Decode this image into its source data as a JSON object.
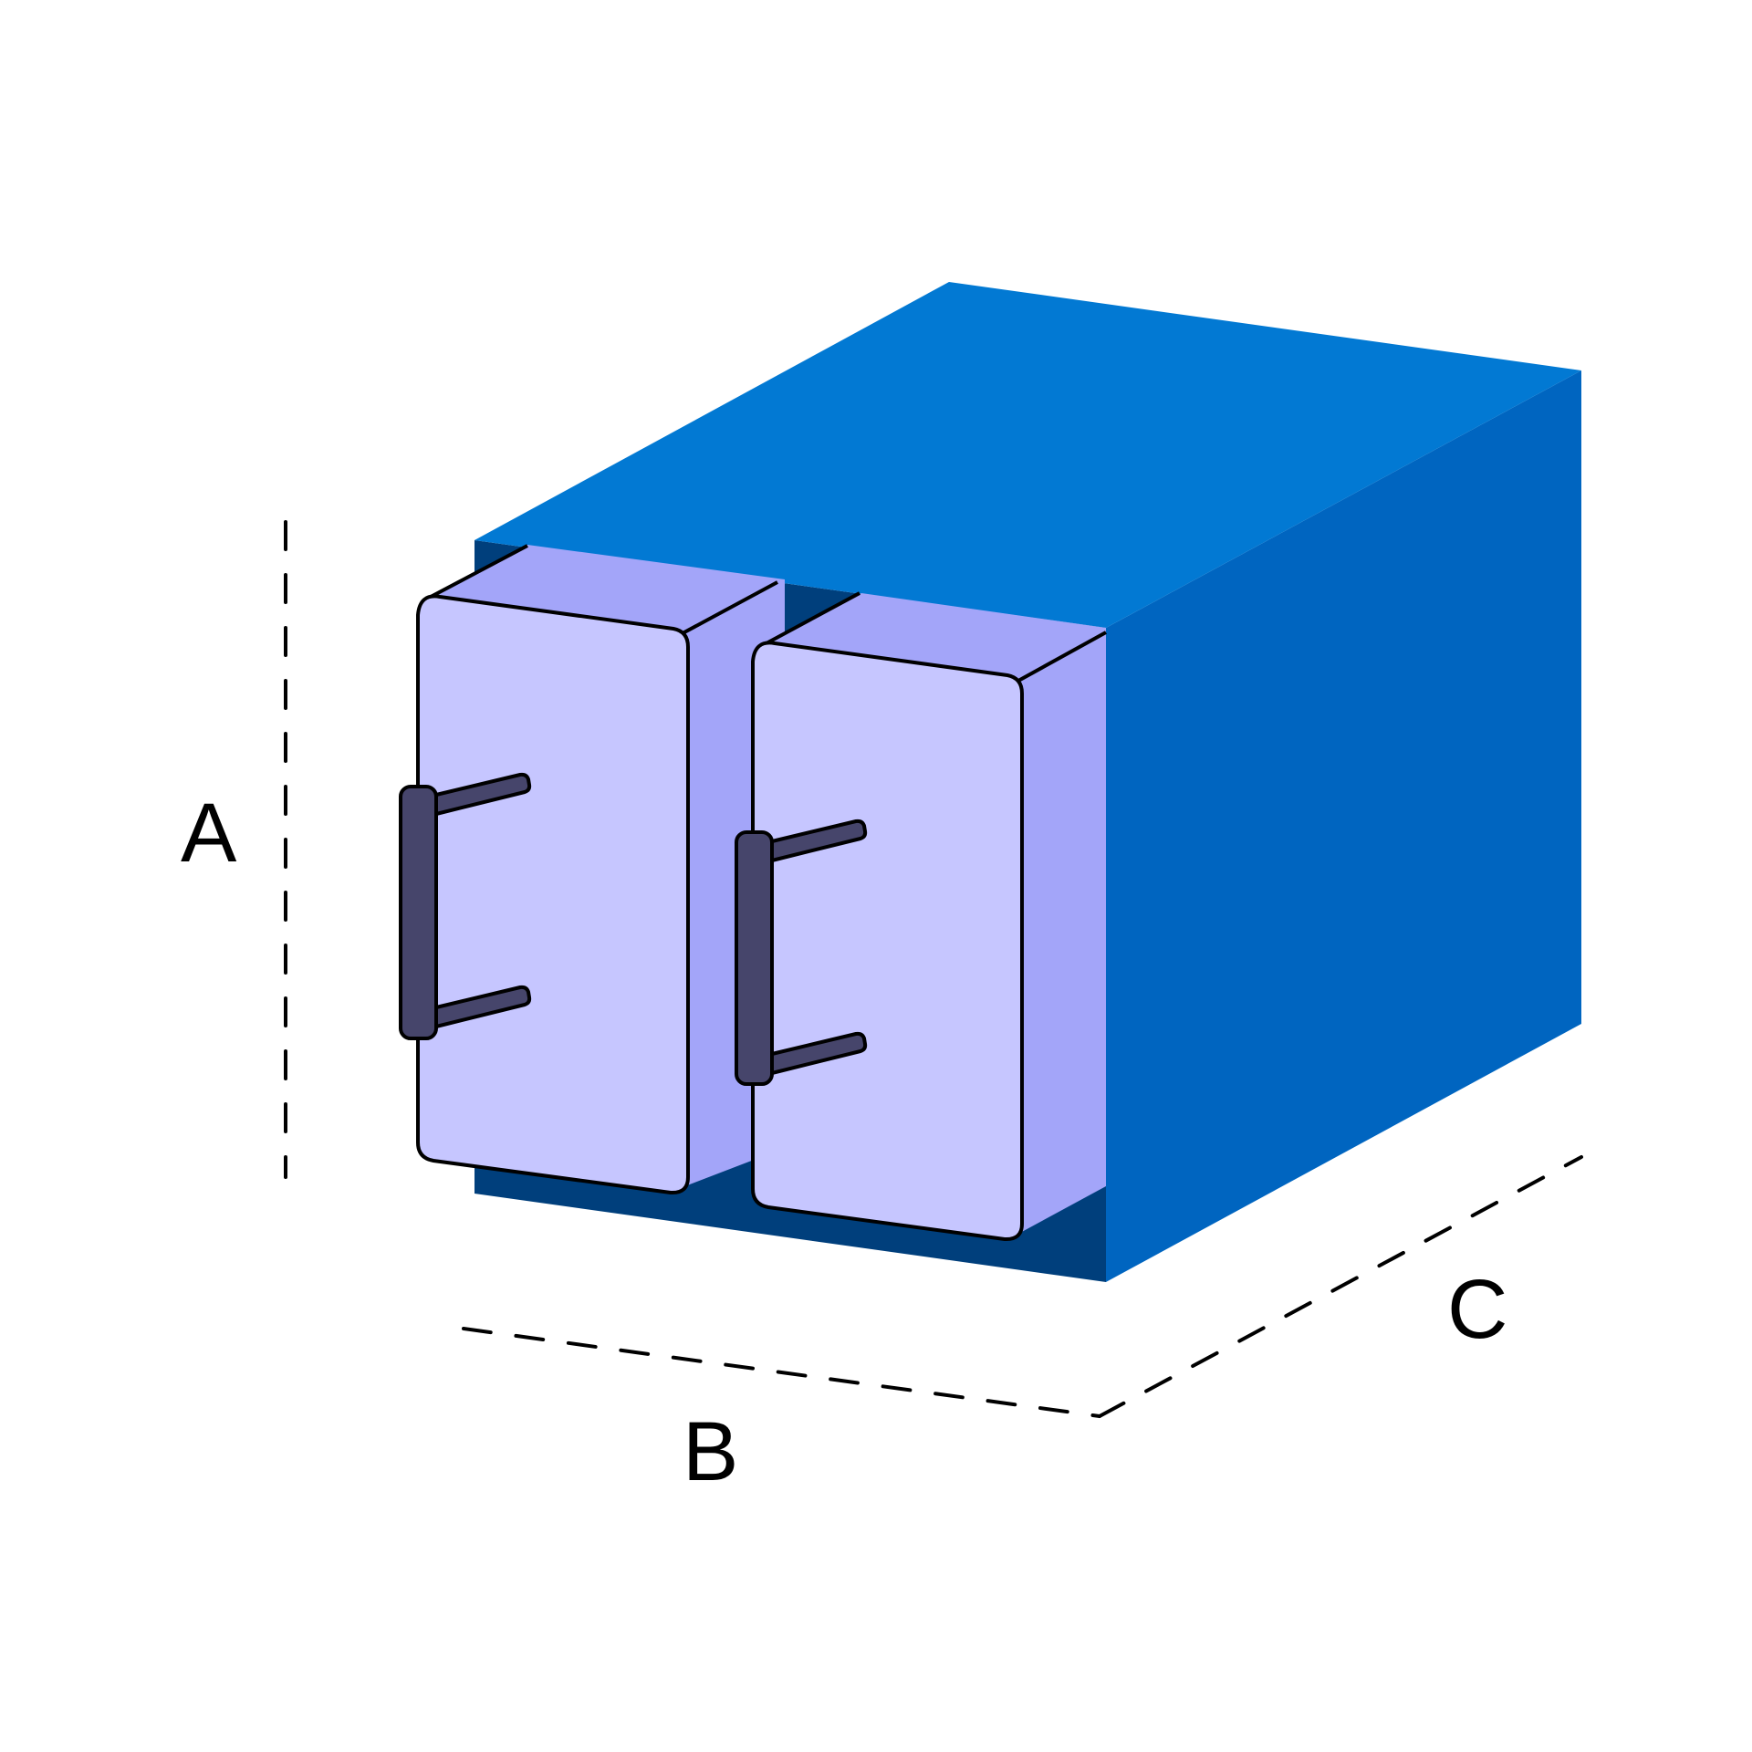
{
  "dimensions": {
    "height_label": "A",
    "width_label": "B",
    "depth_label": "C"
  },
  "colors": {
    "cover_top": "#0279d3",
    "cover_side": "#0065c0",
    "cover_front_dark": "#003f7c",
    "door_face": "#c6c6ff",
    "door_side": "#a3a5f9",
    "handle": "#46456b",
    "line": "#000000"
  }
}
